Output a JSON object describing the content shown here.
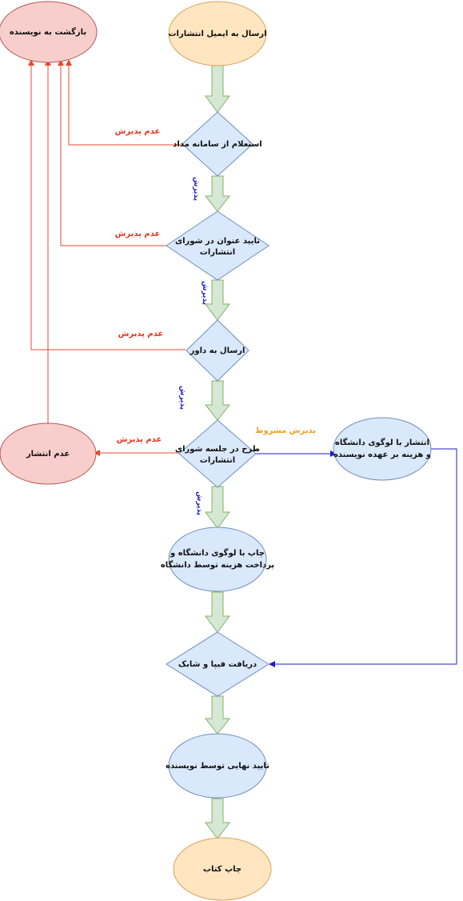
{
  "colors": {
    "orange_fill": "#ffe6c1",
    "orange_stroke": "#d6a25a",
    "red_fill": "#f8cecc",
    "red_stroke": "#b85450",
    "blue_fill": "#dae8fc",
    "blue_stroke": "#6c8ebf",
    "green_fill": "#d5e8d4",
    "green_stroke": "#82b366",
    "reject_line": "#e8482c",
    "reject_text": "#e8321c",
    "accept_text": "#1e1ec8",
    "accept_line": "#1e1ec8",
    "conditional_text": "#f0a020"
  },
  "nodes": {
    "send_email": "ارسال به ایمیل انتشارات",
    "return_author": "بازگشت به نویسنده",
    "inquiry": "استعلام از سامانه مداد",
    "title_approval": [
      "تایید عنوان در شورای",
      "انتشارات"
    ],
    "send_referee": "ارسال به داور",
    "council_review": [
      "طرح در جلسه شورای",
      "انتشارات"
    ],
    "no_publish": "عدم انتشار",
    "publish_author_cost": [
      "انتشار با لوگوی دانشگاه",
      "و هزینه بر عهده نویسنده"
    ],
    "print_university": [
      "چاپ با لوگوی دانشگاه و",
      "پرداخت هزینه توسط دانشگاه"
    ],
    "fipa_isbn": "دریافت فیپا و شابک",
    "final_approval": "تایید نهایی توسط نویسنده",
    "print_book": "چاپ کتاب"
  },
  "edge_labels": {
    "reject": "عدم پذیرش",
    "accept": "پذیرش",
    "conditional": "پذیرش مشروط"
  }
}
